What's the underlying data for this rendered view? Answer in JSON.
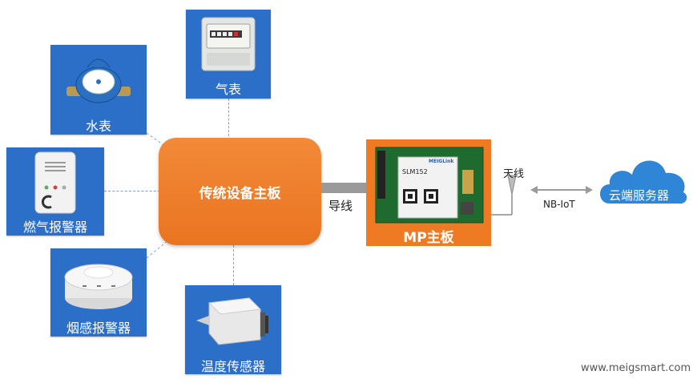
{
  "devices": {
    "gas_meter": "气表",
    "water_meter": "水表",
    "gas_alarm": "燃气报警器",
    "smoke_alarm": "烟感报警器",
    "temp_sensor": "温度传感器"
  },
  "main_board": "传统设备主板",
  "wire": "导线",
  "mp_board": "MP主板",
  "module": {
    "brand": "MEIGLink",
    "model": "SLM152"
  },
  "antenna": "天线",
  "link": "NB-IoT",
  "cloud": "云端服务器",
  "watermark": "www.meigsmart.com",
  "colors": {
    "tile": "#2c6fc9",
    "board": "#ee7a24",
    "cloud": "#2f86d6",
    "wire": "#9a9a9a"
  }
}
